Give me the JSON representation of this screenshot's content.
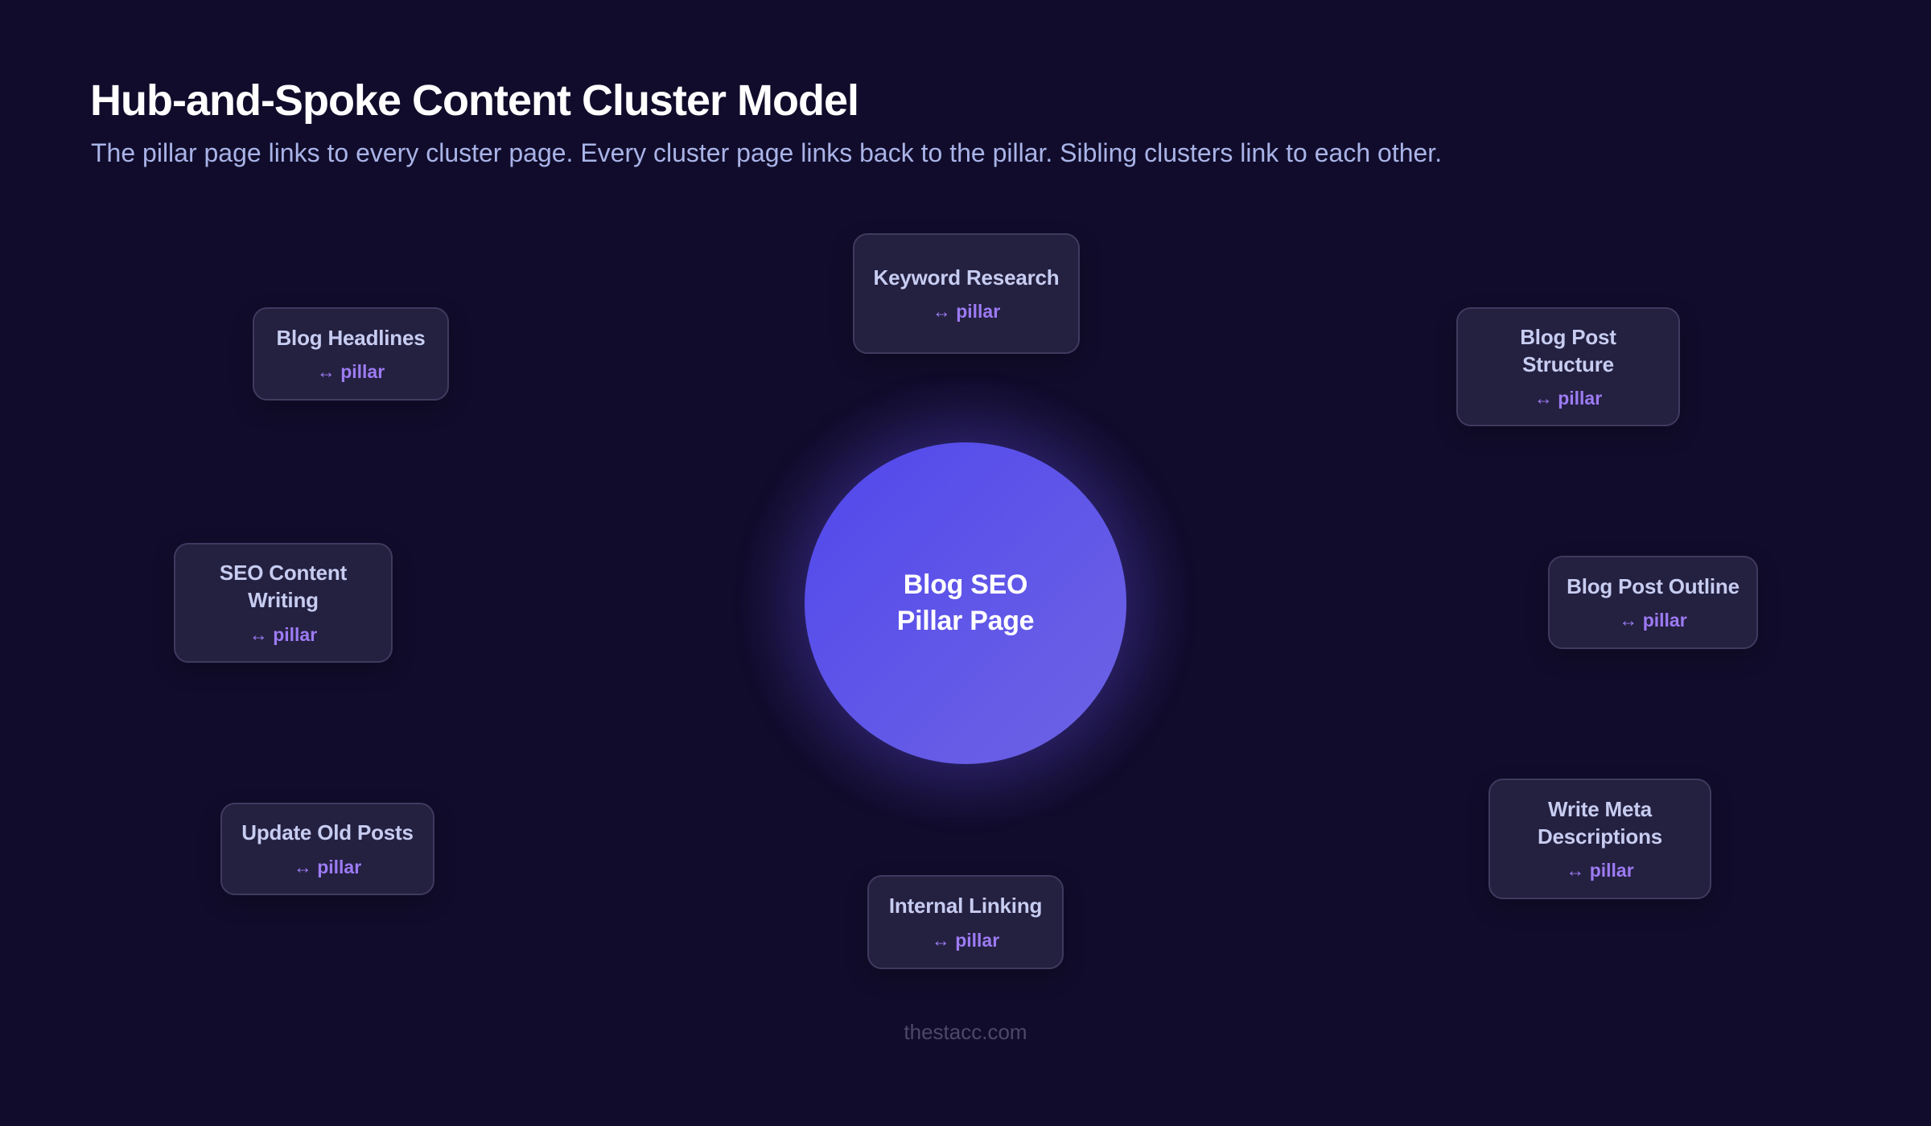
{
  "page": {
    "title": "Hub-and-Spoke Content Cluster Model",
    "subtitle": "The pillar page links to every cluster page. Every cluster page links back to the pillar. Sibling clusters link to each other.",
    "footer": "thestacc.com"
  },
  "hub": {
    "line1": "Blog SEO",
    "line2": "Pillar Page"
  },
  "clusters": [
    {
      "title": "Keyword Research",
      "link": "↔ pillar"
    },
    {
      "title": "Blog Headlines",
      "link": "↔ pillar"
    },
    {
      "title": "Blog Post Structure",
      "link": "↔ pillar"
    },
    {
      "title": "SEO Content Writing",
      "link": "↔ pillar"
    },
    {
      "title": "Blog Post Outline",
      "link": "↔ pillar"
    },
    {
      "title": "Update Old Posts",
      "link": "↔ pillar"
    },
    {
      "title": "Write Meta Descriptions",
      "link": "↔ pillar"
    },
    {
      "title": "Internal Linking",
      "link": "↔ pillar"
    }
  ],
  "colors": {
    "background": "#110c2b",
    "card_bg": "#242040",
    "card_border": "#3f3a5e",
    "card_title": "#c7ccf1",
    "link_accent": "#9c7bf3",
    "hub_gradient_start": "#5147ec",
    "hub_gradient_end": "#6e64e4",
    "hub_text": "#ffffff",
    "subtitle_text": "#a9b4e8",
    "footer_text": "#4d4866"
  }
}
